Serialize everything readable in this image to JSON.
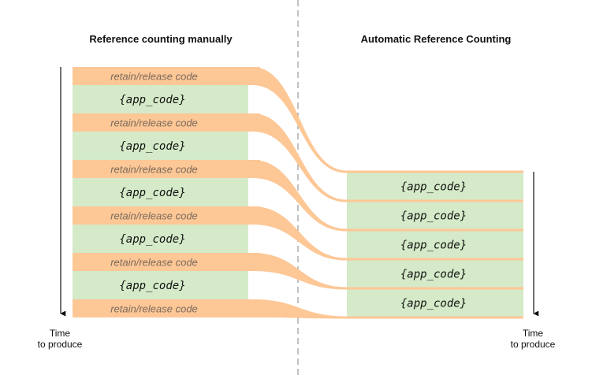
{
  "headings": {
    "left": "Reference counting manually",
    "right": "Automatic Reference Counting"
  },
  "manual_blocks": [
    {
      "kind": "retain",
      "label": "retain/release code"
    },
    {
      "kind": "app",
      "label": "{app_code}"
    },
    {
      "kind": "retain",
      "label": "retain/release code"
    },
    {
      "kind": "app",
      "label": "{app_code}"
    },
    {
      "kind": "retain",
      "label": "retain/release code"
    },
    {
      "kind": "app",
      "label": "{app_code}"
    },
    {
      "kind": "retain",
      "label": "retain/release code"
    },
    {
      "kind": "app",
      "label": "{app_code}"
    },
    {
      "kind": "retain",
      "label": "retain/release code"
    },
    {
      "kind": "app",
      "label": "{app_code}"
    },
    {
      "kind": "retain",
      "label": "retain/release code"
    }
  ],
  "arc_blocks": [
    {
      "label": "{app_code}"
    },
    {
      "label": "{app_code}"
    },
    {
      "label": "{app_code}"
    },
    {
      "label": "{app_code}"
    },
    {
      "label": "{app_code}"
    }
  ],
  "time_axis": {
    "left_line1": "Time",
    "left_line2": "to produce",
    "right_line1": "Time",
    "right_line2": "to produce"
  },
  "colors": {
    "retain": "#fdc796",
    "app": "#d4eac8",
    "separator": "#999999",
    "arrow": "#111111"
  }
}
